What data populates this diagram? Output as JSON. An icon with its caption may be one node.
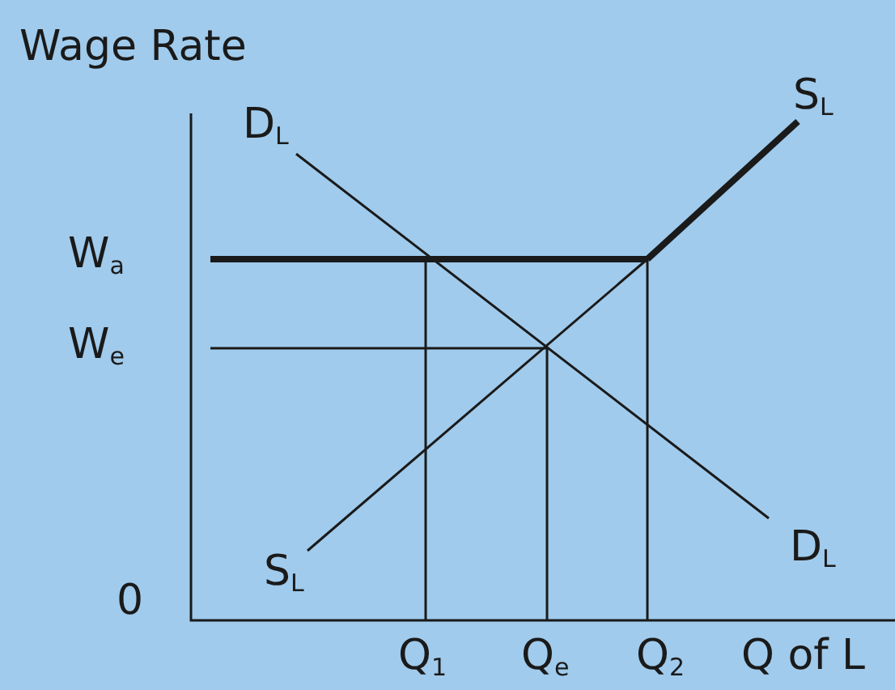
{
  "diagram": {
    "labels": [
      "Wage Rate",
      "D$_{L}$",
      "S$_{L}$",
      "W$_{a}$",
      "W$_{e}$",
      "0",
      "S$_{L}$",
      "D$_{L}$",
      "Q$_{1}$",
      "Q$_{e}$",
      "Q$_{2}$",
      "Q of L"
    ]
  }
}
